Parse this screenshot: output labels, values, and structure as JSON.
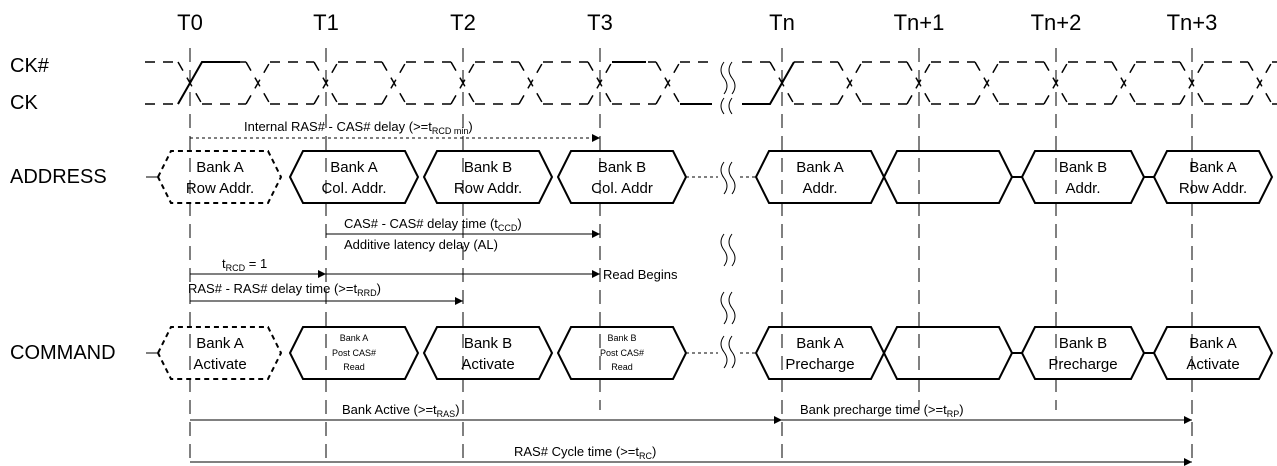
{
  "clock_labels": [
    "T0",
    "T1",
    "T2",
    "T3",
    "Tn",
    "Tn+1",
    "Tn+2",
    "Tn+3"
  ],
  "signals": {
    "ck_bar": "CK#",
    "ck": "CK",
    "address": "ADDRESS",
    "command": "COMMAND"
  },
  "address_boxes": [
    {
      "l1": "Bank A",
      "l2": "Row Addr."
    },
    {
      "l1": "Bank A",
      "l2": "Col. Addr."
    },
    {
      "l1": "Bank B",
      "l2": "Row Addr."
    },
    {
      "l1": "Bank B",
      "l2": "Col. Addr"
    },
    {
      "l1": "Bank A",
      "l2": "Addr."
    },
    {
      "l1": "",
      "l2": ""
    },
    {
      "l1": "Bank B",
      "l2": "Addr."
    },
    {
      "l1": "Bank A",
      "l2": "Row Addr."
    }
  ],
  "command_boxes": [
    {
      "l1": "Bank A",
      "l2": "Activate",
      "l3": ""
    },
    {
      "l1": "Bank A",
      "l2": "Post CAS#",
      "l3": "Read"
    },
    {
      "l1": "Bank B",
      "l2": "Activate",
      "l3": ""
    },
    {
      "l1": "Bank B",
      "l2": "Post CAS#",
      "l3": "Read"
    },
    {
      "l1": "Bank A",
      "l2": "Precharge",
      "l3": ""
    },
    {
      "l1": "",
      "l2": "",
      "l3": ""
    },
    {
      "l1": "Bank B",
      "l2": "Precharge",
      "l3": ""
    },
    {
      "l1": "Bank A",
      "l2": "Activate",
      "l3": ""
    }
  ],
  "annotations": {
    "ras_cas": {
      "pre": "Internal RAS# - CAS# delay (>=t",
      "sub": "RCD min",
      "post": ")"
    },
    "ccd": {
      "pre": "CAS# - CAS# delay time (t",
      "sub": "CCD",
      "post": ")"
    },
    "al": "Additive latency delay (AL)",
    "trcd": {
      "pre": "t",
      "sub": "RCD",
      "post": " = 1"
    },
    "read_begins": "Read Begins",
    "rrd": {
      "pre": "RAS# - RAS# delay time (>=t",
      "sub": "RRD",
      "post": ")"
    },
    "ras": {
      "pre": "Bank Active (>=t",
      "sub": "RAS",
      "post": ")"
    },
    "rp": {
      "pre": "Bank precharge time (>=t",
      "sub": "RP",
      "post": ")"
    },
    "rc": {
      "pre": "RAS# Cycle time (>=t",
      "sub": "RC",
      "post": ")"
    }
  }
}
